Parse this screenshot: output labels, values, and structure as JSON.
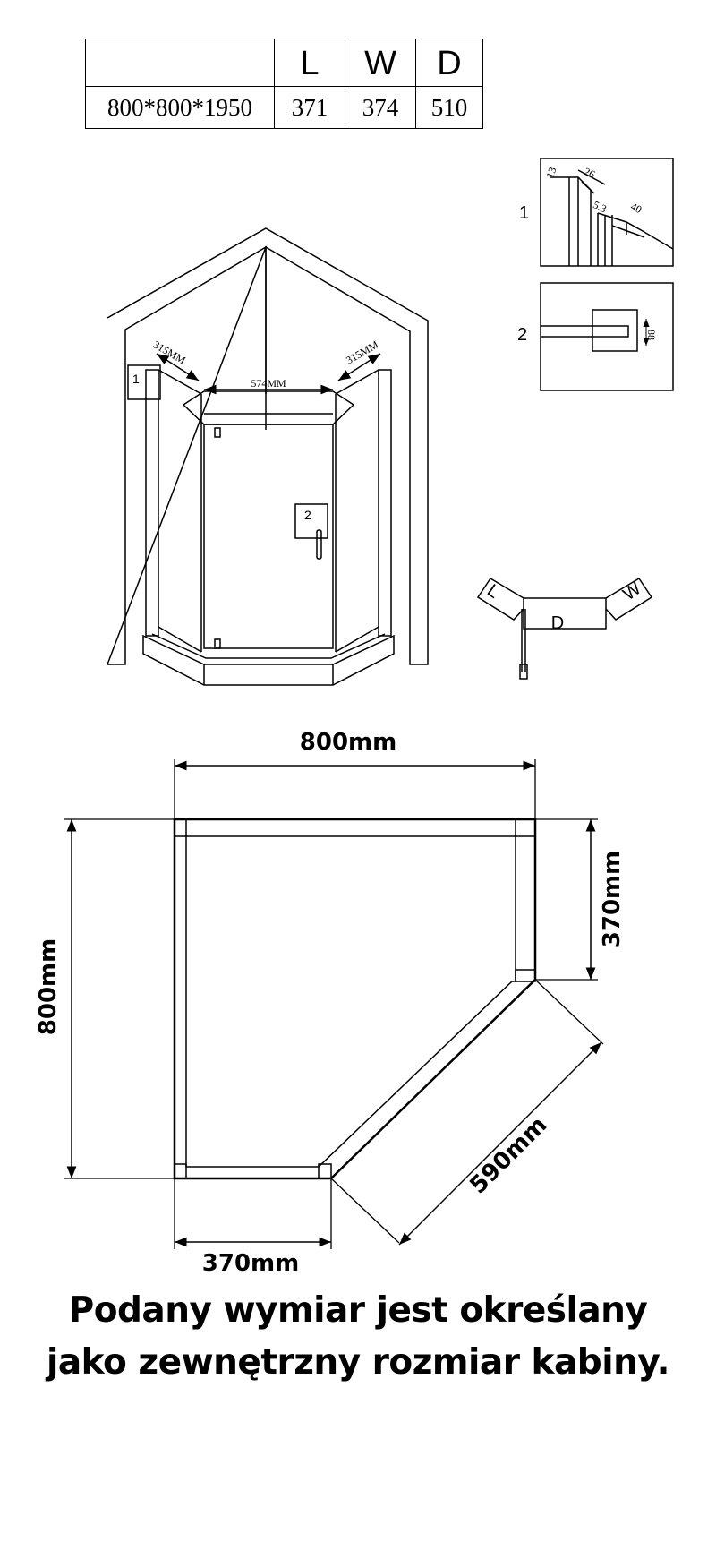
{
  "table": {
    "headers": [
      "",
      "L",
      "W",
      "D"
    ],
    "row": [
      "800*800*1950",
      "371",
      "374",
      "510"
    ]
  },
  "perspective": {
    "left_side": "315MM",
    "front": "574MM",
    "right_side": "315MM",
    "callout_1": "1",
    "callout_2": "2"
  },
  "detail_1": {
    "label": "1",
    "dims": [
      "13",
      "26",
      "5.3",
      "40"
    ]
  },
  "detail_2": {
    "label": "2",
    "dim": "88"
  },
  "mini_plan": {
    "l": "L",
    "w": "W",
    "d": "D"
  },
  "plan": {
    "top": "800mm",
    "left": "800mm",
    "right": "370mm",
    "bottom": "370mm",
    "diagonal": "590mm"
  },
  "note": {
    "line1": "Podany wymiar jest określany",
    "line2": "jako zewnętrzny rozmiar kabiny."
  }
}
